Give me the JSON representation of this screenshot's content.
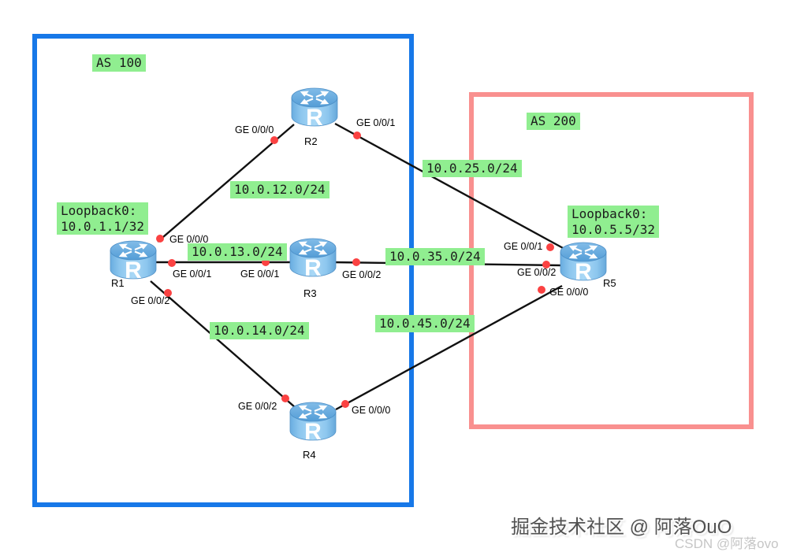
{
  "as_regions": [
    {
      "label": "AS 100"
    },
    {
      "label": "AS 200"
    }
  ],
  "routers": [
    {
      "name": "R1"
    },
    {
      "name": "R2"
    },
    {
      "name": "R3"
    },
    {
      "name": "R4"
    },
    {
      "name": "R5"
    }
  ],
  "loopbacks": [
    {
      "router": "R1",
      "title": "Loopback0:",
      "address": "10.0.1.1/32"
    },
    {
      "router": "R5",
      "title": "Loopback0:",
      "address": "10.0.5.5/32"
    }
  ],
  "links": [
    {
      "from": "R1",
      "from_if": "GE 0/0/0",
      "to": "R2",
      "to_if": "GE 0/0/0",
      "network": "10.0.12.0/24"
    },
    {
      "from": "R2",
      "from_if": "GE 0/0/1",
      "to": "R5",
      "to_if": "GE 0/0/1",
      "network": "10.0.25.0/24"
    },
    {
      "from": "R1",
      "from_if": "GE 0/0/1",
      "to": "R3",
      "to_if": "GE 0/0/1",
      "network": "10.0.13.0/24"
    },
    {
      "from": "R3",
      "from_if": "GE 0/0/2",
      "to": "R5",
      "to_if": "GE 0/0/2",
      "network": "10.0.35.0/24"
    },
    {
      "from": "R1",
      "from_if": "GE 0/0/2",
      "to": "R4",
      "to_if": "GE 0/0/2",
      "network": "10.0.14.0/24"
    },
    {
      "from": "R4",
      "from_if": "GE 0/0/0",
      "to": "R5",
      "to_if": "GE 0/0/0",
      "network": "10.0.45.0/24"
    }
  ],
  "icons": {
    "router_letter": "R"
  },
  "watermark": {
    "primary": "掘金技术社区 @ 阿落OuO",
    "secondary": "CSDN @阿落ovo"
  },
  "colors": {
    "as100_border": "#1778e8",
    "as200_border": "#f9908f",
    "label_bg": "#90ee90",
    "link_line": "#111111",
    "port_dot": "#fb4242"
  }
}
